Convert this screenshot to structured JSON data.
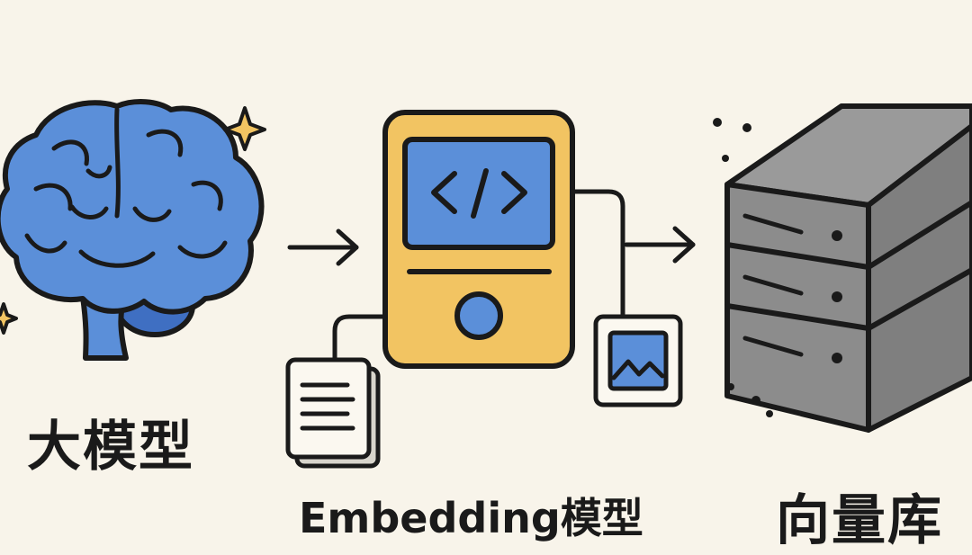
{
  "nodes": {
    "llm": {
      "label": "大模型",
      "icon": "brain-icon",
      "color": "#5b8fd9"
    },
    "embedding": {
      "label": "Embedding模型",
      "icon": "code-device-icon",
      "color": "#f2c462"
    },
    "vector_db": {
      "label": "向量库",
      "icon": "server-stack-icon",
      "color": "#8a8a8a"
    }
  },
  "inputs": [
    {
      "icon": "document-icon"
    },
    {
      "icon": "image-icon"
    }
  ],
  "colors": {
    "background": "#f8f4ea",
    "outline": "#1a1a1a",
    "accent_blue": "#5b8fd9",
    "accent_yellow": "#f2c462"
  }
}
